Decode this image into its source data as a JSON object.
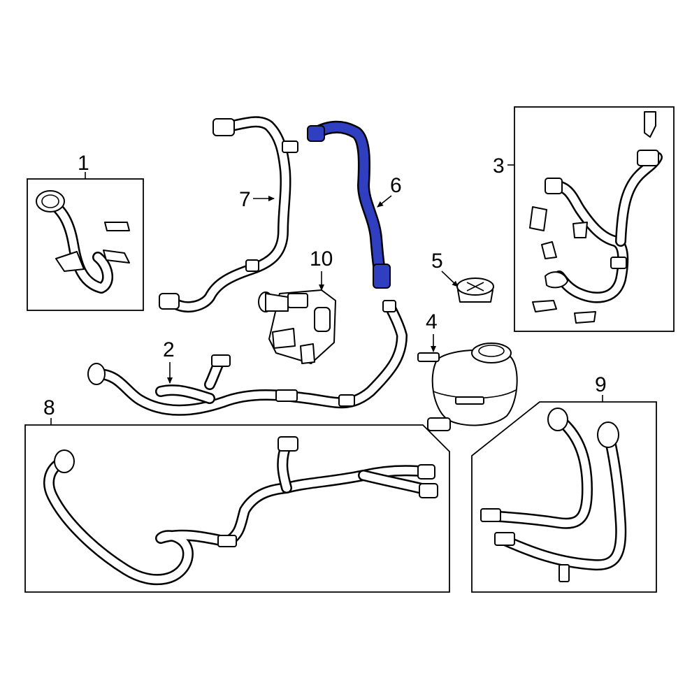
{
  "callouts": {
    "c1": "1",
    "c2": "2",
    "c3": "3",
    "c4": "4",
    "c5": "5",
    "c6": "6",
    "c7": "7",
    "c8": "8",
    "c9": "9",
    "c10": "10"
  },
  "colors": {
    "highlight": "#2f3fc0",
    "line": "#000000",
    "background": "#ffffff"
  }
}
